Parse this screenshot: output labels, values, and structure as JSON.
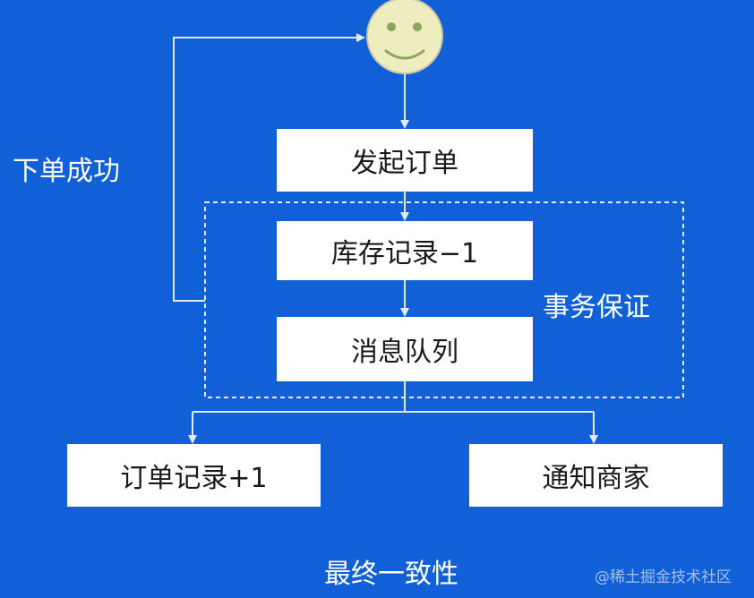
{
  "nodes": {
    "place_order": "发起订单",
    "inventory": "库存记录−1",
    "queue": "消息队列",
    "order_record": "订单记录+1",
    "notify_merchant": "通知商家"
  },
  "labels": {
    "order_success": "下单成功",
    "transaction_guarantee": "事务保证",
    "eventual_consistency": "最终一致性"
  },
  "watermark": "@稀土掘金技术社区",
  "colors": {
    "background": "#1260d8",
    "box": "#ffffff",
    "line": "#dfe9f8",
    "smiley_face": "#eeedc0",
    "smiley_features": "#8ea45a"
  },
  "icons": {
    "user": "smiley-face-icon"
  }
}
